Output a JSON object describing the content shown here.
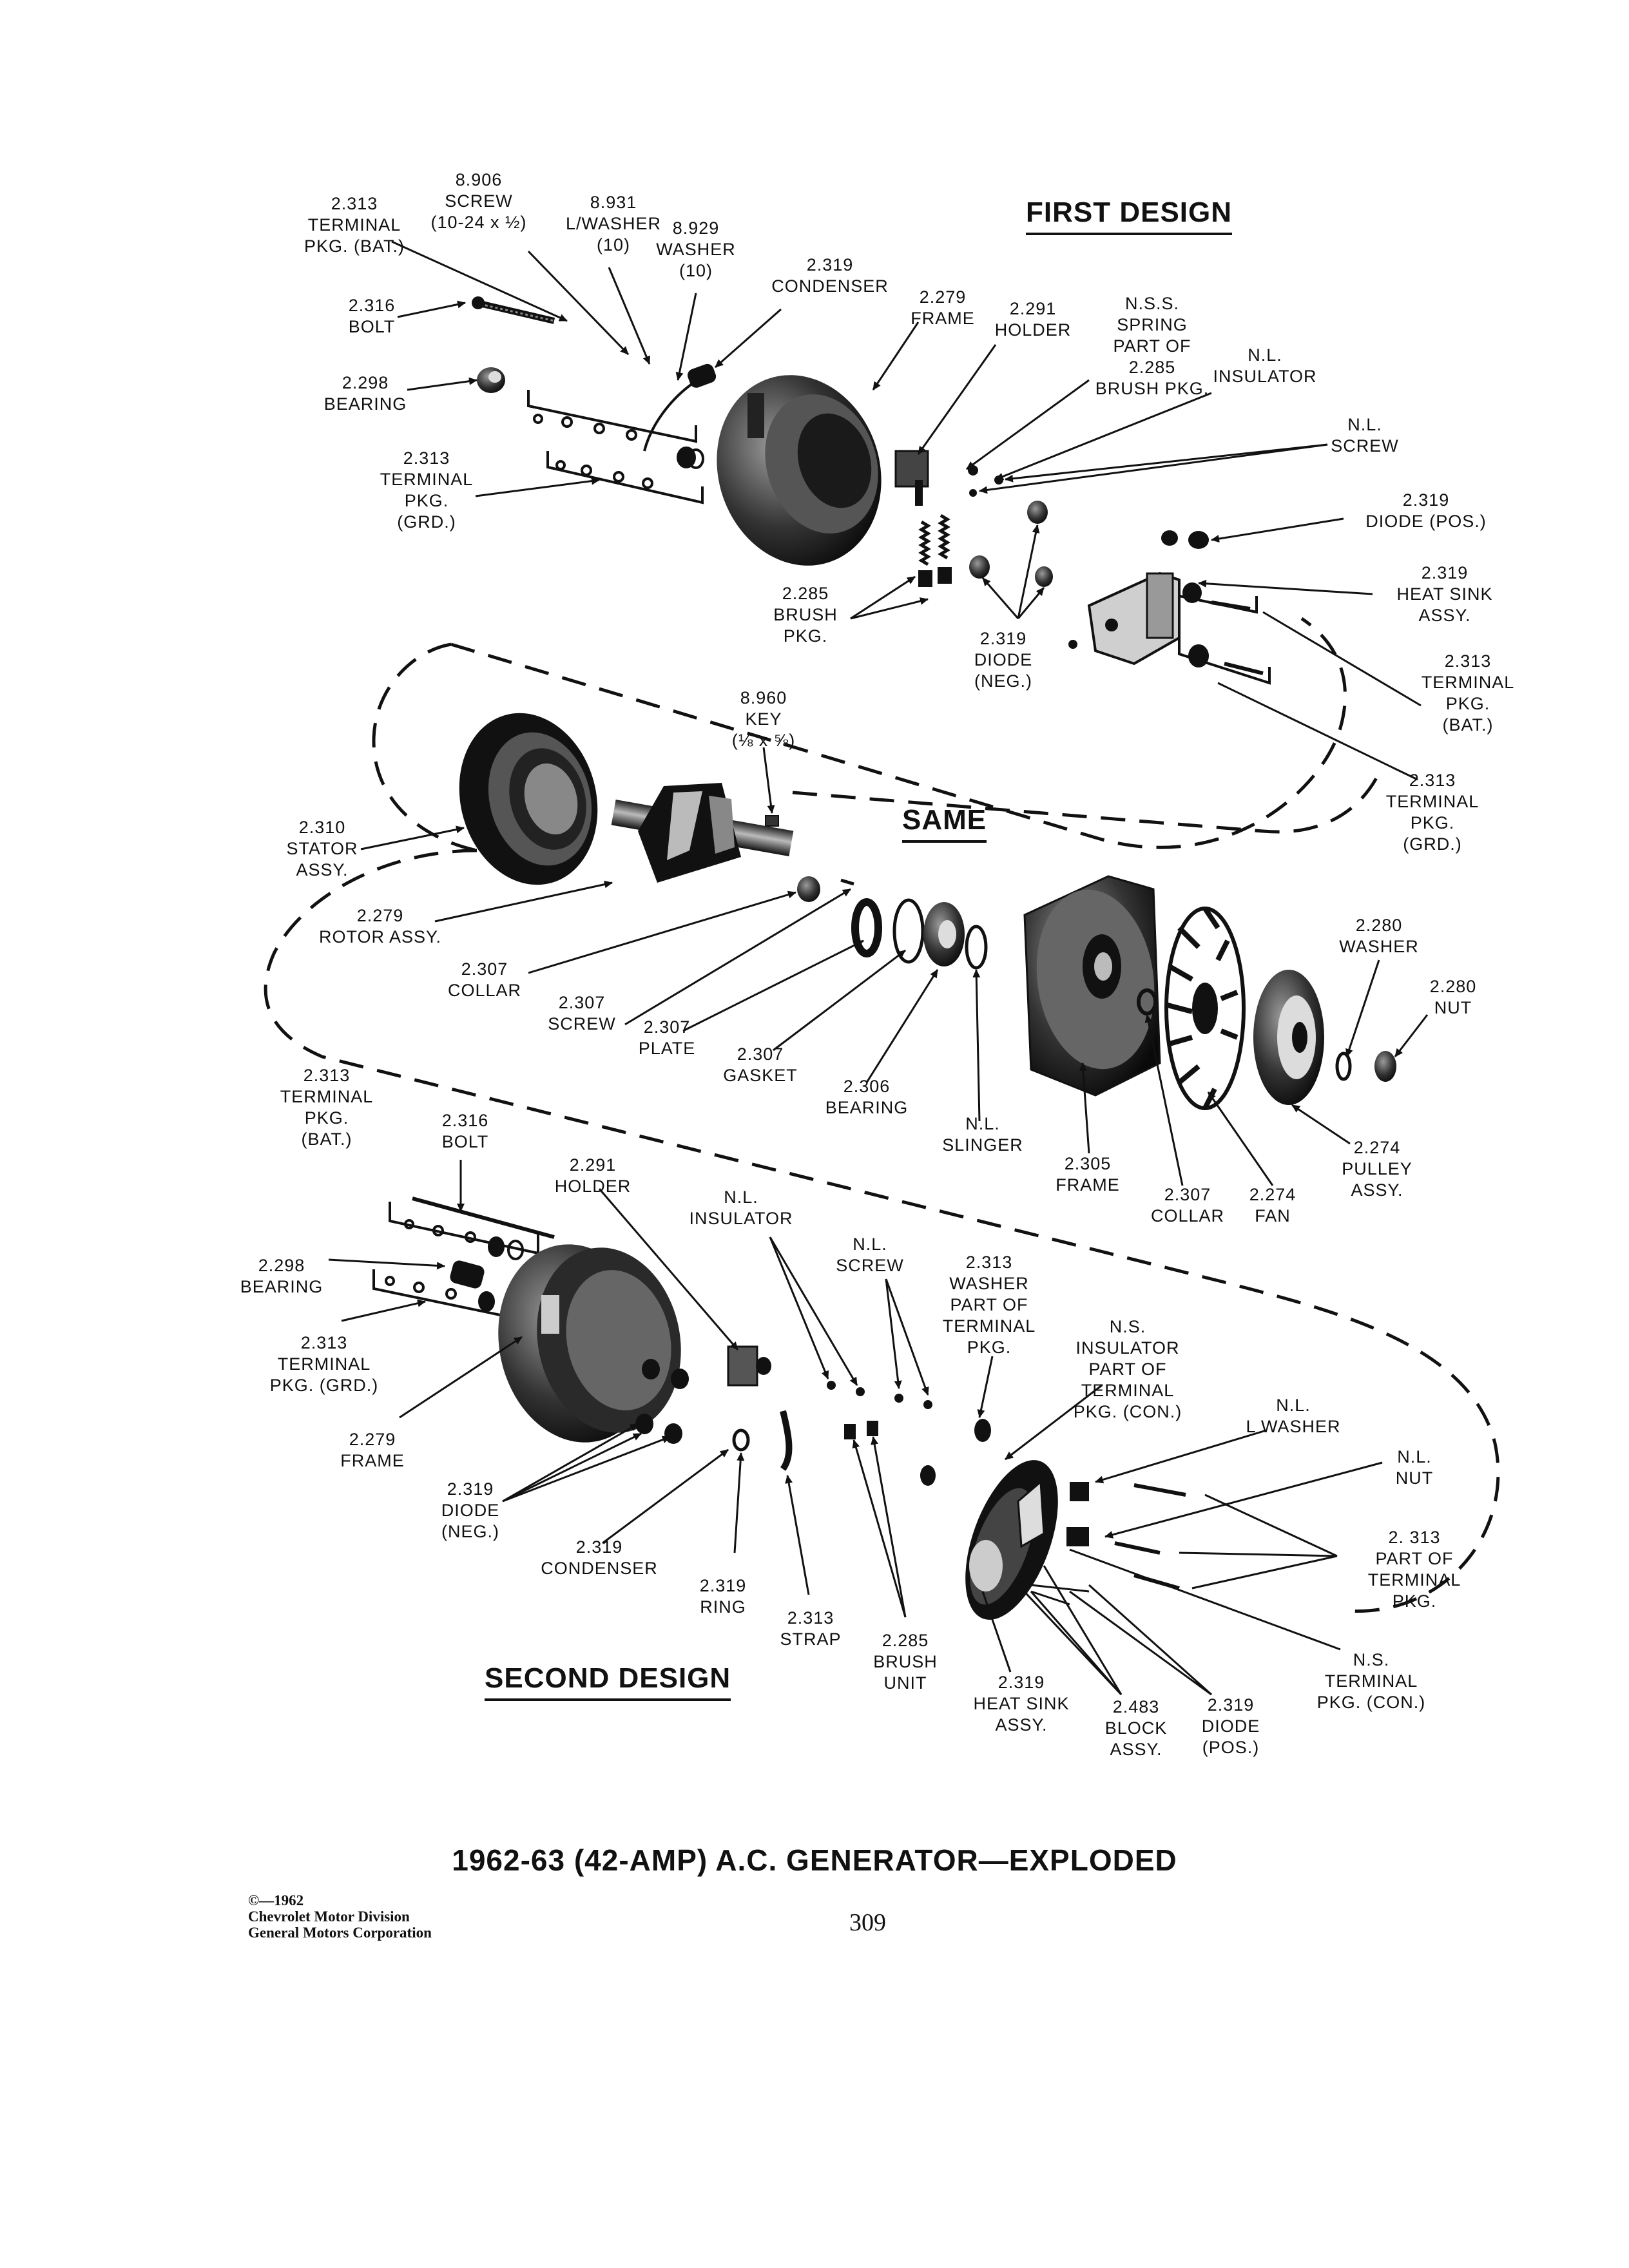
{
  "labels": {
    "first": [
      {
        "id": "t2313-bat-a",
        "lines": [
          "2.313",
          "TERMINAL",
          "PKG. (BAT.)"
        ]
      },
      {
        "id": "s8906",
        "lines": [
          "8.906",
          "SCREW",
          "(10-24 x ½)"
        ]
      },
      {
        "id": "w8931",
        "lines": [
          "8.931",
          "L/WASHER",
          "(10)"
        ]
      },
      {
        "id": "w8929",
        "lines": [
          "8.929",
          "WASHER",
          "(10)"
        ]
      },
      {
        "id": "c2319",
        "lines": [
          "2.319",
          "CONDENSER"
        ]
      },
      {
        "id": "f2279",
        "lines": [
          "2.279",
          "FRAME"
        ]
      },
      {
        "id": "h2291",
        "lines": [
          "2.291",
          "HOLDER"
        ]
      },
      {
        "id": "nss",
        "lines": [
          "N.S.S.",
          "SPRING",
          "PART OF",
          "2.285",
          "BRUSH PKG."
        ]
      },
      {
        "id": "nl-ins-a",
        "lines": [
          "N.L.",
          "INSULATOR"
        ]
      },
      {
        "id": "nl-scr-a",
        "lines": [
          "N.L.",
          "SCREW"
        ]
      },
      {
        "id": "b2316-a",
        "lines": [
          "2.316",
          "BOLT"
        ]
      },
      {
        "id": "br2298-a",
        "lines": [
          "2.298",
          "BEARING"
        ]
      },
      {
        "id": "t2313-grd-a",
        "lines": [
          "2.313",
          "TERMINAL",
          "PKG.",
          "(GRD.)"
        ]
      },
      {
        "id": "d2319-pos-a",
        "lines": [
          "2.319",
          "DIODE (POS.)"
        ]
      },
      {
        "id": "hs2319-a",
        "lines": [
          "2.319",
          "HEAT SINK",
          "ASSY."
        ]
      },
      {
        "id": "bp2285",
        "lines": [
          "2.285",
          "BRUSH",
          "PKG."
        ]
      },
      {
        "id": "d2319-neg-a",
        "lines": [
          "2.319",
          "DIODE",
          "(NEG.)"
        ]
      },
      {
        "id": "t2313-bat-b",
        "lines": [
          "2.313",
          "TERMINAL",
          "PKG.",
          "(BAT.)"
        ]
      },
      {
        "id": "t2313-grd-b",
        "lines": [
          "2.313",
          "TERMINAL",
          "PKG.",
          "(GRD.)"
        ]
      }
    ],
    "same": [
      {
        "id": "k8960",
        "lines": [
          "8.960",
          "KEY",
          "(⅛ x ⅝)"
        ]
      },
      {
        "id": "st2310",
        "lines": [
          "2.310",
          "STATOR",
          "ASSY."
        ]
      },
      {
        "id": "r2279",
        "lines": [
          "2.279",
          "ROTOR ASSY."
        ]
      },
      {
        "id": "col2307",
        "lines": [
          "2.307",
          "COLLAR"
        ]
      },
      {
        "id": "scr2307",
        "lines": [
          "2.307",
          "SCREW"
        ]
      },
      {
        "id": "pl2307",
        "lines": [
          "2.307",
          "PLATE"
        ]
      },
      {
        "id": "gk2307",
        "lines": [
          "2.307",
          "GASKET"
        ]
      },
      {
        "id": "br2306",
        "lines": [
          "2.306",
          "BEARING"
        ]
      },
      {
        "id": "sl-nl",
        "lines": [
          "N.L.",
          "SLINGER"
        ]
      },
      {
        "id": "fr2305",
        "lines": [
          "2.305",
          "FRAME"
        ]
      },
      {
        "id": "col2307-b",
        "lines": [
          "2.307",
          "COLLAR"
        ]
      },
      {
        "id": "fan2274",
        "lines": [
          "2.274",
          "FAN"
        ]
      },
      {
        "id": "pul2274",
        "lines": [
          "2.274",
          "PULLEY",
          "ASSY."
        ]
      },
      {
        "id": "w2280",
        "lines": [
          "2.280",
          "WASHER"
        ]
      },
      {
        "id": "n2280",
        "lines": [
          "2.280",
          "NUT"
        ]
      }
    ],
    "second": [
      {
        "id": "t2313-bat-c",
        "lines": [
          "2.313",
          "TERMINAL",
          "PKG.",
          "(BAT.)"
        ]
      },
      {
        "id": "b2316-b",
        "lines": [
          "2.316",
          "BOLT"
        ]
      },
      {
        "id": "h2291-b",
        "lines": [
          "2.291",
          "HOLDER"
        ]
      },
      {
        "id": "nl-ins-b",
        "lines": [
          "N.L.",
          "INSULATOR"
        ]
      },
      {
        "id": "nl-scr-b",
        "lines": [
          "N.L.",
          "SCREW"
        ]
      },
      {
        "id": "wsh2313",
        "lines": [
          "2.313",
          "WASHER",
          "PART OF",
          "TERMINAL",
          "PKG."
        ]
      },
      {
        "id": "ns-ins",
        "lines": [
          "N.S.",
          "INSULATOR",
          "PART OF",
          "TERMINAL",
          "PKG. (CON.)"
        ]
      },
      {
        "id": "nl-lw",
        "lines": [
          "N.L.",
          "L WASHER"
        ]
      },
      {
        "id": "nl-nut",
        "lines": [
          "N.L.",
          "NUT"
        ]
      },
      {
        "id": "br2298-b",
        "lines": [
          "2.298",
          "BEARING"
        ]
      },
      {
        "id": "t2313-grd-c",
        "lines": [
          "2.313",
          "TERMINAL",
          "PKG. (GRD.)"
        ]
      },
      {
        "id": "f2279-b",
        "lines": [
          "2.279",
          "FRAME"
        ]
      },
      {
        "id": "d2319-neg-b",
        "lines": [
          "2.319",
          "DIODE",
          "(NEG.)"
        ]
      },
      {
        "id": "c2319-b",
        "lines": [
          "2.319",
          "CONDENSER"
        ]
      },
      {
        "id": "ring2319",
        "lines": [
          "2.319",
          "RING"
        ]
      },
      {
        "id": "strap2313",
        "lines": [
          "2.313",
          "STRAP"
        ]
      },
      {
        "id": "bu2285",
        "lines": [
          "2.285",
          "BRUSH",
          "UNIT"
        ]
      },
      {
        "id": "hs2319-b",
        "lines": [
          "2.319",
          "HEAT SINK",
          "ASSY."
        ]
      },
      {
        "id": "blk2483",
        "lines": [
          "2.483",
          "BLOCK",
          "ASSY."
        ]
      },
      {
        "id": "d2319-pos-b",
        "lines": [
          "2.319",
          "DIODE",
          "(POS.)"
        ]
      },
      {
        "id": "pt2313",
        "lines": [
          "2. 313",
          "PART OF",
          "TERMINAL",
          "PKG."
        ]
      },
      {
        "id": "ns-tp",
        "lines": [
          "N.S.",
          "TERMINAL",
          "PKG. (CON.)"
        ]
      }
    ]
  },
  "headings": {
    "first_design": "FIRST DESIGN",
    "same": "SAME",
    "second_design": "SECOND DESIGN"
  },
  "caption": "1962-63 (42-AMP) A.C. GENERATOR—EXPLODED",
  "copyright": [
    "©—1962",
    "Chevrolet Motor Division",
    "General Motors Corporation"
  ],
  "page_number": "309"
}
